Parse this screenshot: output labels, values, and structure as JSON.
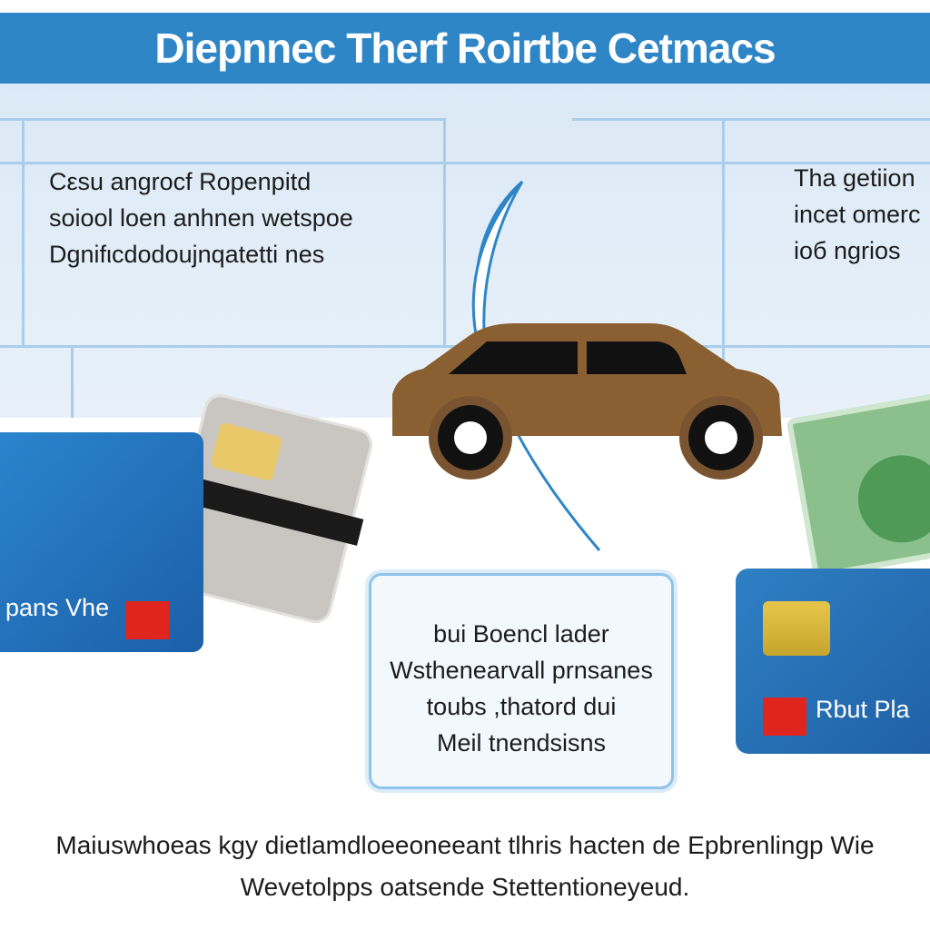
{
  "header": {
    "title": "Diepnnec Therf Roirtbe Cetmacs"
  },
  "panels": {
    "left": {
      "lines": [
        "Cεsu angrocf Ropenpitd",
        "soiool loen anhnen wetspoe",
        "Dgnifιcdodoujnqatetti nes"
      ]
    },
    "right": {
      "lines": [
        "Tha getiion",
        "incet omerc",
        "ioб ngrios"
      ]
    }
  },
  "cards": {
    "left_label": "pans Vhe",
    "right_label": "Rbut Pla"
  },
  "callout": {
    "lines": [
      "bui Boencl lader",
      "Wsthenearvall prnsanes",
      "toubs ,thatord dui",
      "Meil tnendsisns"
    ]
  },
  "footer": {
    "lines": [
      "Maiuswhoeas kgy dietlamdloeeoneeant tlhris hacten de Epbrenlingp Wie",
      "Wevetolpps oatsende Stettentioneyeud."
    ]
  },
  "colors": {
    "title_bar": "#2f86c7",
    "card_blue": "#1f62ab",
    "car_body": "#8a6033",
    "red_accent": "#e0251f",
    "chip_gold": "#e6c64a",
    "money_green": "#8bc08d"
  },
  "icons": [
    "car-icon",
    "credit-card-icon",
    "money-icon",
    "swoosh-line-icon"
  ]
}
